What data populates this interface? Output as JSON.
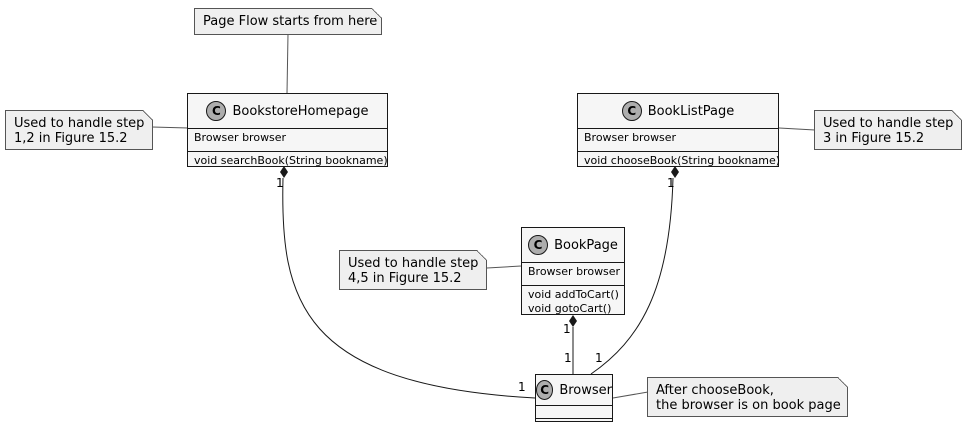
{
  "classes": {
    "homepage": {
      "name": "BookstoreHomepage",
      "badge": "C",
      "fields": [
        "Browser browser"
      ],
      "methods": [
        "void searchBook(String bookname)"
      ]
    },
    "listpage": {
      "name": "BookListPage",
      "badge": "C",
      "fields": [
        "Browser browser"
      ],
      "methods": [
        "void chooseBook(String bookname)"
      ]
    },
    "bookpage": {
      "name": "BookPage",
      "badge": "C",
      "fields": [
        "Browser browser"
      ],
      "methods": [
        "void addToCart()",
        "void gotoCart()"
      ]
    },
    "browser": {
      "name": "Browser",
      "badge": "C",
      "fields": [],
      "methods": []
    }
  },
  "notes": {
    "page_flow": [
      "Page Flow starts from here"
    ],
    "homepage": [
      "Used to handle step",
      "1,2 in Figure 15.2"
    ],
    "listpage": [
      "Used to handle step",
      "3 in Figure 15.2"
    ],
    "bookpage": [
      "Used to handle step",
      "4,5 in Figure 15.2"
    ],
    "browser": [
      "After chooseBook,",
      "the browser is on book page"
    ]
  },
  "multiplicities": {
    "homepage_end": "1",
    "listpage_end": "1",
    "bookpage_end": "1",
    "browser_from_bookpage": "1",
    "browser_from_listpage": "1",
    "browser_from_homepage": "1"
  }
}
